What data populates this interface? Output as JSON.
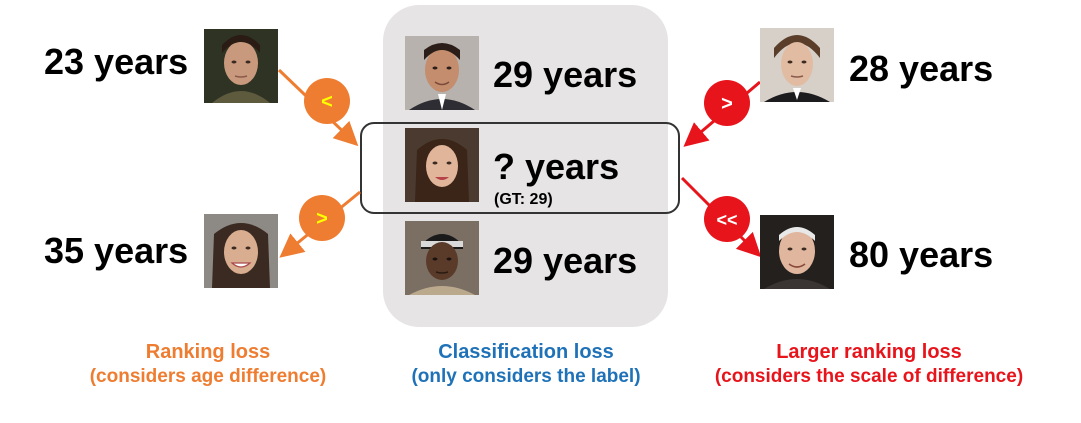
{
  "left": {
    "top_age": "23 years",
    "bottom_age": "35 years",
    "top_symbol": "<",
    "bottom_symbol": ">",
    "caption_title": "Ranking loss",
    "caption_sub": "(considers age difference)",
    "color": "#ee7d31"
  },
  "center": {
    "top_age": "29 years",
    "query_age": "? years",
    "query_gt": "(GT: 29)",
    "bottom_age": "29 years",
    "caption_title": "Classification loss",
    "caption_sub": "(only considers the label)",
    "color": "#1f72b8"
  },
  "right": {
    "top_age": "28 years",
    "bottom_age": "80 years",
    "top_symbol": ">",
    "bottom_symbol": "<<",
    "caption_title": "Larger ranking loss",
    "caption_sub": "(considers the scale of difference)",
    "color": "#e8141b"
  },
  "colors": {
    "panel": "#e6e4e4",
    "symbol_text": "#ffff00"
  }
}
